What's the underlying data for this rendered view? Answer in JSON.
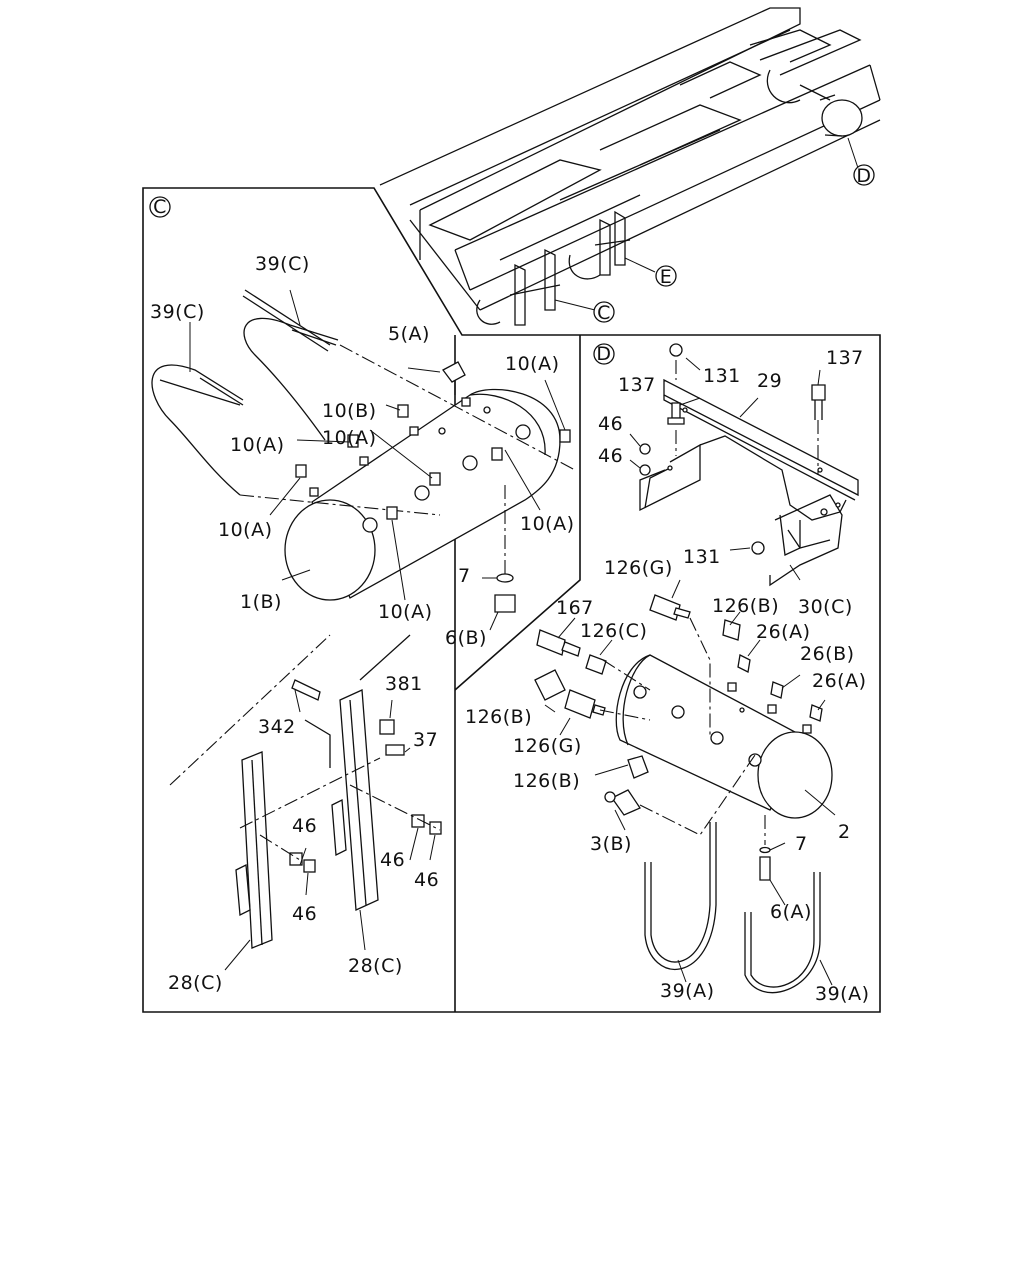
{
  "diagram": {
    "detail_c": {
      "marker": "C",
      "labels": {
        "l39c_a": "39(C)",
        "l39c_b": "39(C)",
        "l5a": "5(A)",
        "l10b": "10(B)",
        "l10a_1": "10(A)",
        "l10a_2": "10(A)",
        "l10a_3": "10(A)",
        "l10a_4": "10(A)",
        "l10a_5": "10(A)",
        "l10a_6": "10(A)",
        "l1b": "1(B)",
        "l7": "7",
        "l6b": "6(B)",
        "l342": "342",
        "l381": "381",
        "l37": "37",
        "l46_1": "46",
        "l46_2": "46",
        "l46_3": "46",
        "l46_4": "46",
        "l28c_1": "28(C)",
        "l28c_2": "28(C)"
      }
    },
    "detail_d": {
      "marker": "D",
      "labels": {
        "l131_1": "131",
        "l137_1": "137",
        "l137_2": "137",
        "l29": "29",
        "l46_1": "46",
        "l46_2": "46",
        "l131_2": "131",
        "l30c": "30(C)",
        "l126g_1": "126(G)",
        "l167": "167",
        "l126b_1": "126(B)",
        "l126c": "126(C)",
        "l26a_1": "26(A)",
        "l26b": "26(B)",
        "l26a_2": "26(A)",
        "l126b_2": "126(B)",
        "l126g_2": "126(G)",
        "l126b_3": "126(B)",
        "l3b": "3(B)",
        "l2": "2",
        "l7": "7",
        "l6a": "6(A)",
        "l39a_1": "39(A)",
        "l39a_2": "39(A)"
      }
    },
    "overview": {
      "callout_d": "D",
      "callout_e": "E",
      "callout_c": "C"
    }
  }
}
